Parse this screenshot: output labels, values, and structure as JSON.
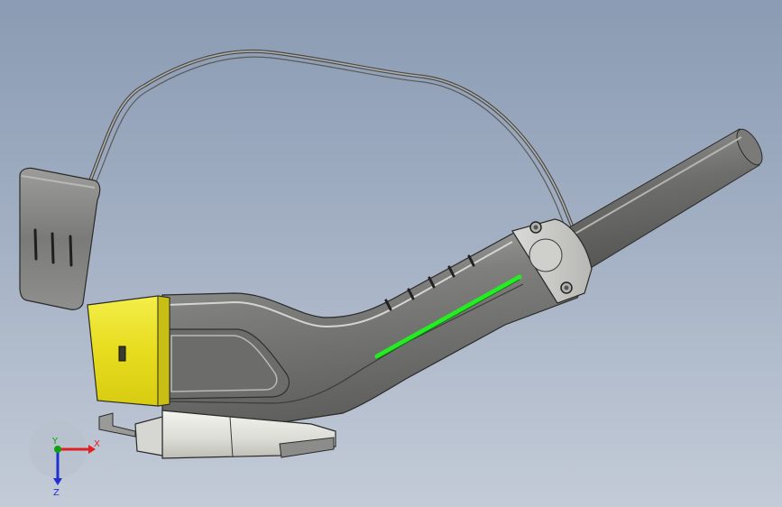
{
  "triad": {
    "x_label": "X",
    "y_label": "Y",
    "z_label": "Z",
    "x_color": "#e02020",
    "y_color": "#10a010",
    "z_color": "#2030d0"
  },
  "colors": {
    "background_top": "#8a9bb3",
    "background_bottom": "#c3cbd7",
    "body_grey": "#8e8e8c",
    "inlet_yellow": "#f2ea30",
    "light_indicator": "#22ee22",
    "nozzle_white": "#e8e8e4"
  }
}
